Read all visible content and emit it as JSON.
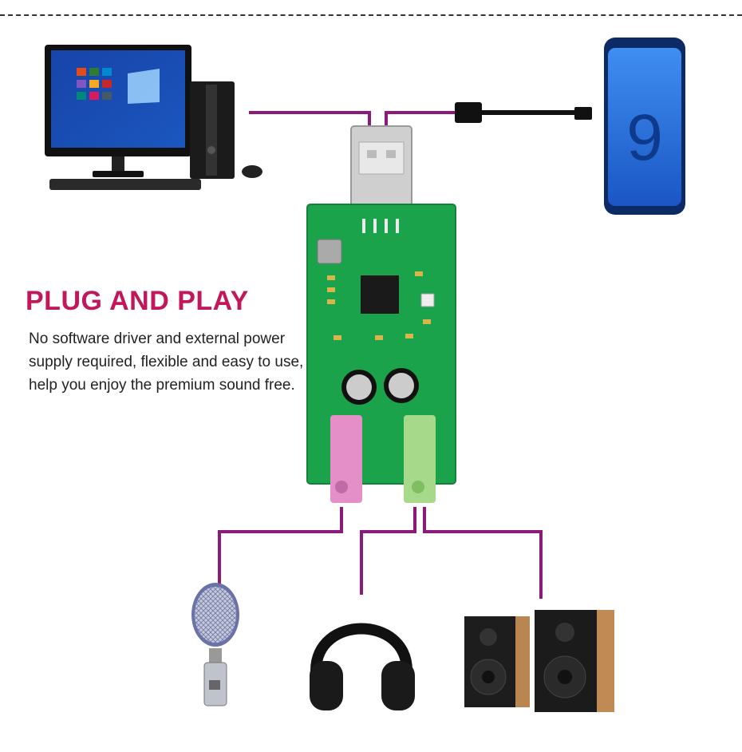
{
  "headline": "PLUG AND PLAY",
  "description": "No software driver and external power supply required, flexible and easy to use, help you enjoy the premium sound free.",
  "phone_screen_text": "9",
  "colors": {
    "headline": "#c2185b",
    "connector_lines": "#8b1a7a",
    "pcb": "#1aa34a",
    "mic_jack": "#e58fc9",
    "headphone_jack": "#a6d98a"
  },
  "icons": [
    "desktop-computer-icon",
    "smartphone-icon",
    "usb-sound-card-icon",
    "microphone-icon",
    "headphones-icon",
    "speakers-icon"
  ]
}
